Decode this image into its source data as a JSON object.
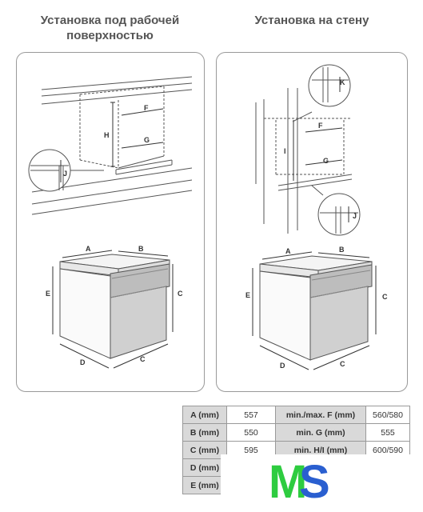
{
  "titles": {
    "under_counter_line1": "Установка под рабочей",
    "under_counter_line2": "поверхностью",
    "wall": "Установка на стену"
  },
  "labels": {
    "A": "A",
    "B": "B",
    "C": "C",
    "D": "D",
    "E": "E",
    "F": "F",
    "G": "G",
    "H": "H",
    "I": "I",
    "J": "J",
    "K": "K"
  },
  "table": {
    "rows": [
      {
        "k1": "A (mm)",
        "v1": "557",
        "k2": "min./max. F (mm)",
        "v2": "560/580"
      },
      {
        "k1": "B (mm)",
        "v1": "550",
        "k2": "min. G (mm)",
        "v2": "555"
      },
      {
        "k1": "C (mm)",
        "v1": "595",
        "k2": "min. H/I (mm)",
        "v2": "600/590"
      },
      {
        "k1": "D (mm)",
        "v1": "",
        "k2": "",
        "v2": ""
      },
      {
        "k1": "E (mm)",
        "v1": "",
        "k2": "",
        "v2": ""
      }
    ]
  },
  "logo": {
    "m": "M",
    "s": "S",
    "m_color": "#2ecc40",
    "s_color": "#2a5fd0"
  }
}
